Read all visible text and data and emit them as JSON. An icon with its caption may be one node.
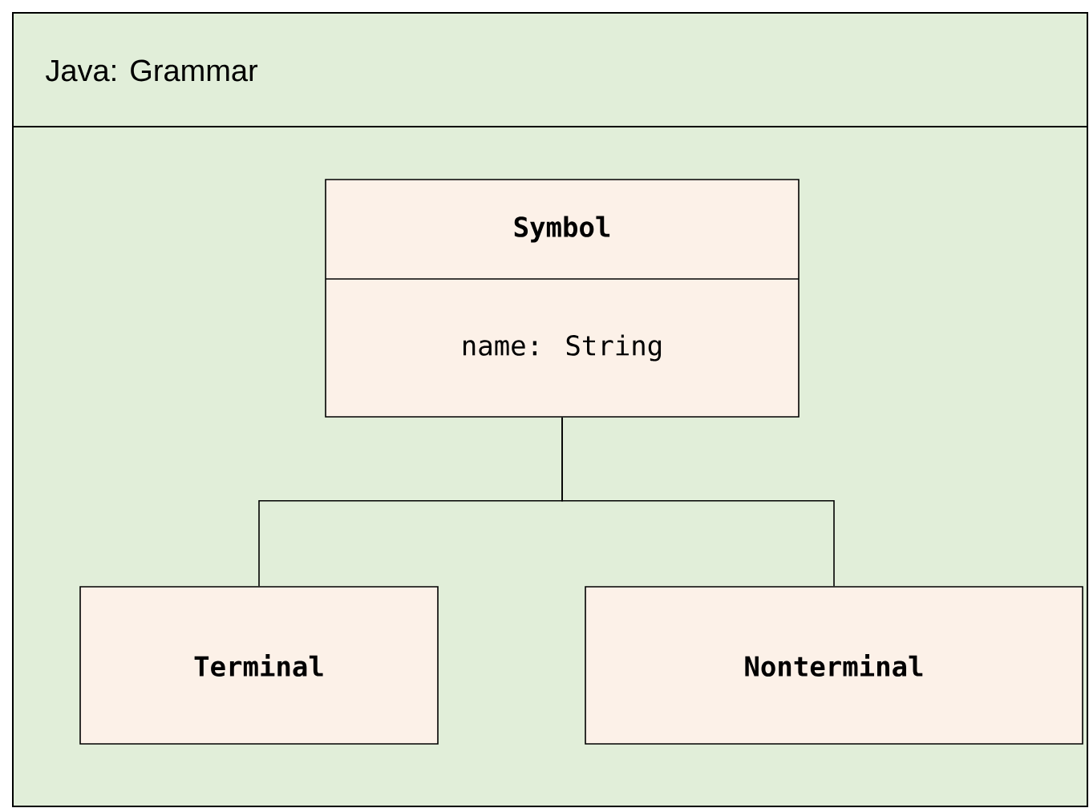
{
  "diagram": {
    "nodes": [
      {
        "text": [
          "Java: Grammar"
        ]
      },
      {
        "text": [
          "Symbol",
          "name: String"
        ],
        "in": 0
      },
      {
        "text": [
          "Terminal"
        ],
        "in": 0
      },
      {
        "text": [
          "Nonterminal"
        ],
        "in": 0
      }
    ],
    "edges": [
      {
        "from": 2,
        "to": 1,
        "arrow": "none"
      },
      {
        "from": 3,
        "to": 1,
        "arrow": "none"
      }
    ]
  }
}
